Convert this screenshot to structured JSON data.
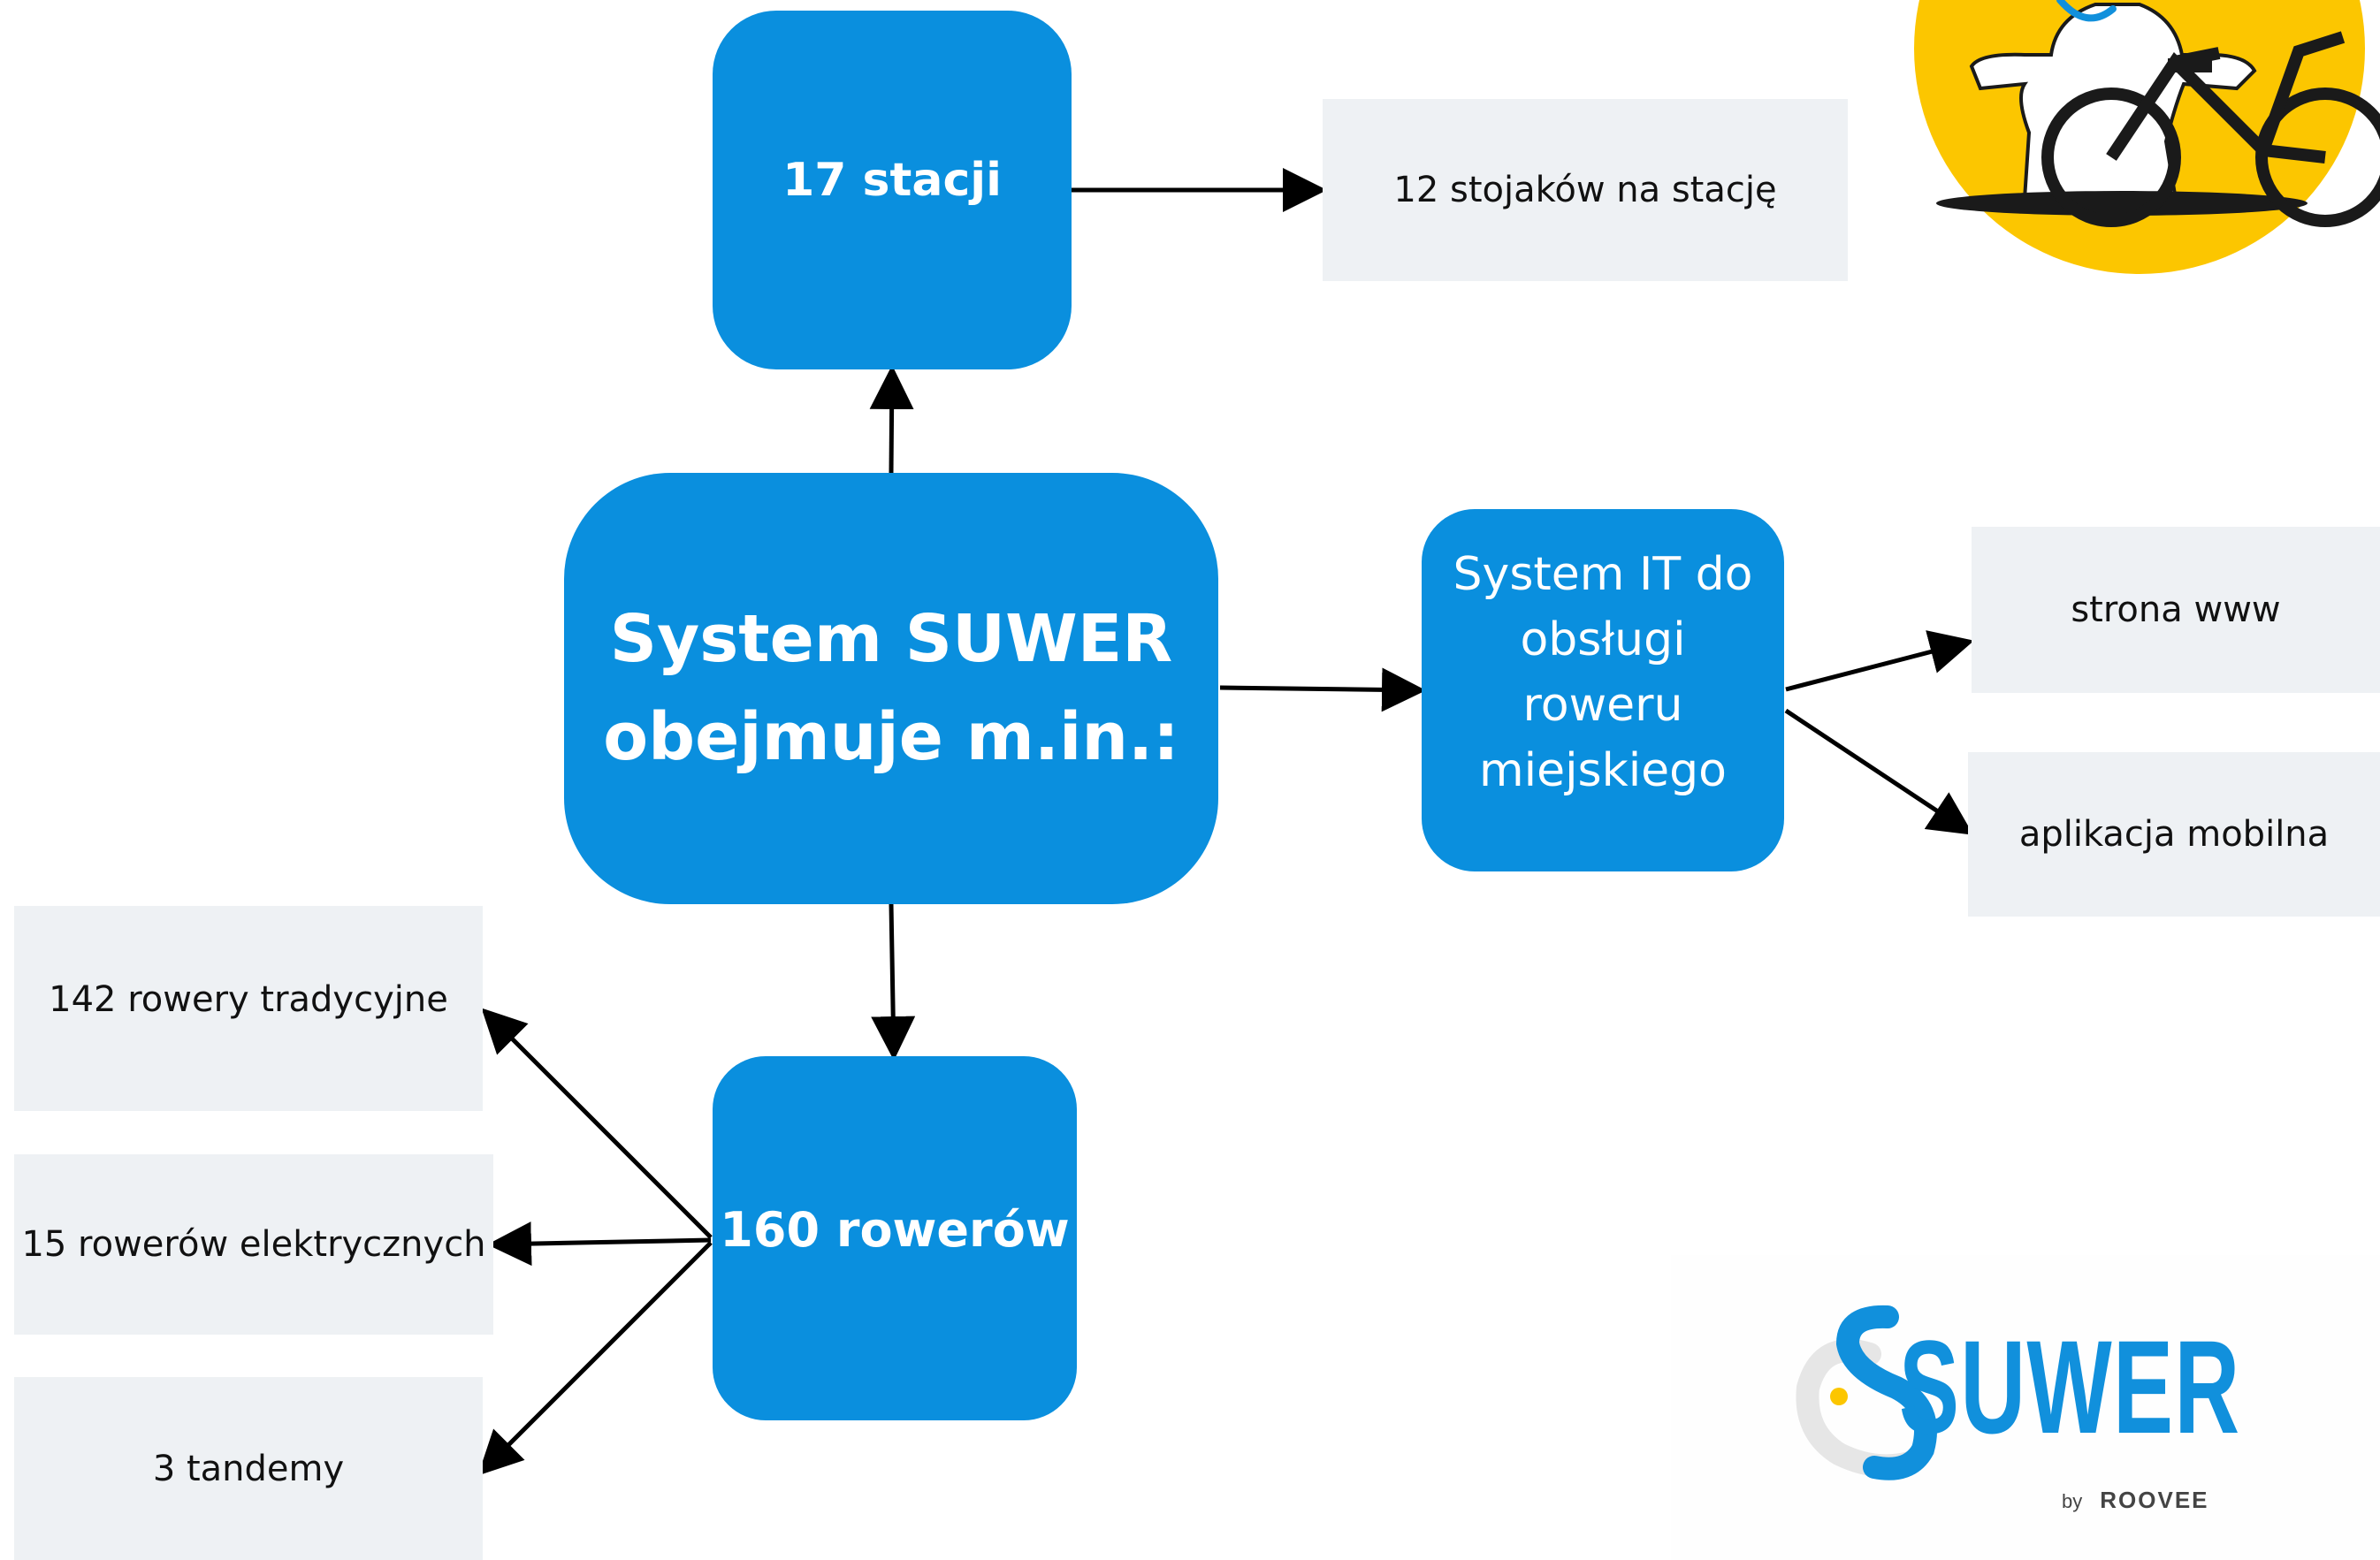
{
  "diagram": {
    "center": "System SUWER obejmuje m.in.:",
    "stations": "17 stacji",
    "racks": "12 stojaków na stację",
    "it_system": "System IT do obsługi roweru miejskiego",
    "website": "strona www",
    "mobile_app": "aplikacja mobilna",
    "bikes": "160 rowerów",
    "traditional_bikes": "142 rowery tradycyjne",
    "electric_bikes": "15 rowerów elektrycznych",
    "tandems": "3 tandemy"
  },
  "brand": {
    "logo_text": "SUWER",
    "tagline_by": "by",
    "tagline_company": "ROOVEE"
  },
  "colors": {
    "primary_blue": "#0a8fde",
    "panel_grey": "#eef1f4",
    "mascot_yellow": "#fcc600",
    "logo_blue": "#1190dc",
    "logo_grey": "#e6e6e6"
  },
  "icons": [
    "mascot-illustration",
    "bicycle-icon",
    "suwer-logo"
  ]
}
